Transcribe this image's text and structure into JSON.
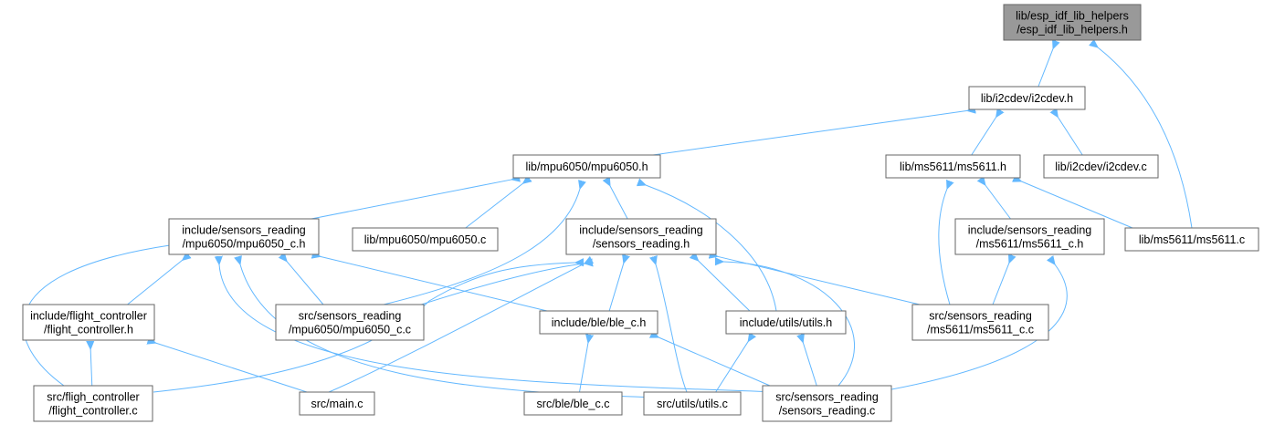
{
  "nodes": [
    {
      "id": "helpers",
      "lines": [
        "lib/esp_idf_lib_helpers",
        "/esp_idf_lib_helpers.h"
      ],
      "root": true
    },
    {
      "id": "i2cdev_h",
      "lines": [
        "lib/i2cdev/i2cdev.h"
      ]
    },
    {
      "id": "mpu6050_h",
      "lines": [
        "lib/mpu6050/mpu6050.h"
      ]
    },
    {
      "id": "ms5611_h",
      "lines": [
        "lib/ms5611/ms5611.h"
      ]
    },
    {
      "id": "i2cdev_c",
      "lines": [
        "lib/i2cdev/i2cdev.c"
      ]
    },
    {
      "id": "sr_mpu_h",
      "lines": [
        "include/sensors_reading",
        "/mpu6050/mpu6050_c.h"
      ]
    },
    {
      "id": "mpu6050_c",
      "lines": [
        "lib/mpu6050/mpu6050.c"
      ]
    },
    {
      "id": "sr_h",
      "lines": [
        "include/sensors_reading",
        "/sensors_reading.h"
      ]
    },
    {
      "id": "sr_ms_h",
      "lines": [
        "include/sensors_reading",
        "/ms5611/ms5611_c.h"
      ]
    },
    {
      "id": "ms5611_c",
      "lines": [
        "lib/ms5611/ms5611.c"
      ]
    },
    {
      "id": "fc_h",
      "lines": [
        "include/flight_controller",
        "/flight_controller.h"
      ]
    },
    {
      "id": "sr_mpu_c",
      "lines": [
        "src/sensors_reading",
        "/mpu6050/mpu6050_c.c"
      ]
    },
    {
      "id": "ble_h",
      "lines": [
        "include/ble/ble_c.h"
      ]
    },
    {
      "id": "utils_h",
      "lines": [
        "include/utils/utils.h"
      ]
    },
    {
      "id": "sr_ms_c",
      "lines": [
        "src/sensors_reading",
        "/ms5611/ms5611_c.c"
      ]
    },
    {
      "id": "fc_c",
      "lines": [
        "src/fligh_controller",
        "/flight_controller.c"
      ]
    },
    {
      "id": "main_c",
      "lines": [
        "src/main.c"
      ]
    },
    {
      "id": "ble_c",
      "lines": [
        "src/ble/ble_c.c"
      ]
    },
    {
      "id": "utils_c",
      "lines": [
        "src/utils/utils.c"
      ]
    },
    {
      "id": "sr_c",
      "lines": [
        "src/sensors_reading",
        "/sensors_reading.c"
      ]
    }
  ],
  "edges": [
    [
      "i2cdev_h",
      "helpers"
    ],
    [
      "ms5611_c",
      "helpers"
    ],
    [
      "mpu6050_h",
      "i2cdev_h"
    ],
    [
      "ms5611_h",
      "i2cdev_h"
    ],
    [
      "i2cdev_c",
      "i2cdev_h"
    ],
    [
      "sr_mpu_h",
      "mpu6050_h"
    ],
    [
      "mpu6050_c",
      "mpu6050_h"
    ],
    [
      "sr_h",
      "mpu6050_h"
    ],
    [
      "sr_mpu_c",
      "mpu6050_h"
    ],
    [
      "utils_h",
      "mpu6050_h"
    ],
    [
      "sr_ms_h",
      "ms5611_h"
    ],
    [
      "ms5611_c",
      "ms5611_h"
    ],
    [
      "sr_ms_c",
      "ms5611_h"
    ],
    [
      "fc_h",
      "sr_mpu_h"
    ],
    [
      "sr_mpu_c",
      "sr_mpu_h"
    ],
    [
      "ble_h",
      "sr_mpu_h"
    ],
    [
      "fc_c",
      "sr_mpu_h"
    ],
    [
      "utils_c",
      "sr_mpu_h"
    ],
    [
      "sr_c",
      "sr_mpu_h"
    ],
    [
      "sr_mpu_c",
      "sr_h"
    ],
    [
      "ble_h",
      "sr_h"
    ],
    [
      "utils_h",
      "sr_h"
    ],
    [
      "sr_ms_c",
      "sr_h"
    ],
    [
      "fc_c",
      "sr_h"
    ],
    [
      "main_c",
      "sr_h"
    ],
    [
      "utils_c",
      "sr_h"
    ],
    [
      "sr_c",
      "sr_h"
    ],
    [
      "sr_ms_c",
      "sr_ms_h"
    ],
    [
      "sr_c",
      "sr_ms_h"
    ],
    [
      "fc_c",
      "fc_h"
    ],
    [
      "main_c",
      "fc_h"
    ],
    [
      "ble_c",
      "ble_h"
    ],
    [
      "sr_c",
      "ble_h"
    ],
    [
      "utils_c",
      "utils_h"
    ],
    [
      "sr_c",
      "utils_h"
    ]
  ]
}
